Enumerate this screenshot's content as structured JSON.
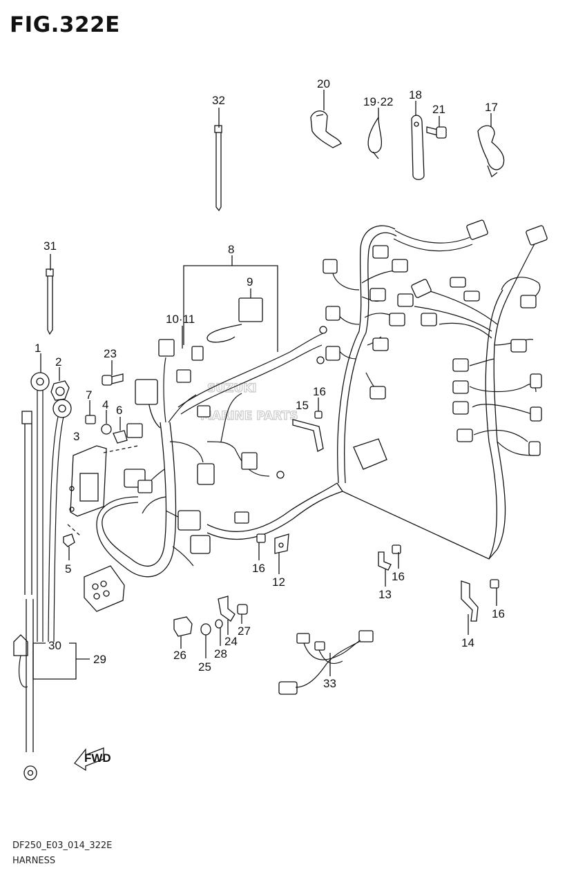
{
  "figure": {
    "title": "FIG.322E",
    "model_code": "DF250_E03_014_322E",
    "section_name": "HARNESS",
    "watermark_line1": "SUZUKI",
    "watermark_line2": "MARINE PARTS"
  },
  "callouts": [
    "1",
    "2",
    "3",
    "4",
    "5",
    "6",
    "7",
    "8",
    "9",
    "10·11",
    "12",
    "13",
    "14",
    "15",
    "16",
    "16",
    "16",
    "16",
    "16",
    "17",
    "18",
    "19·22",
    "20",
    "21",
    "23",
    "24",
    "25",
    "26",
    "27",
    "28",
    "29",
    "30",
    "31",
    "32",
    "33"
  ],
  "icons": {
    "forward_arrow": "fwd-arrow-icon"
  },
  "forward_label": "FWD"
}
